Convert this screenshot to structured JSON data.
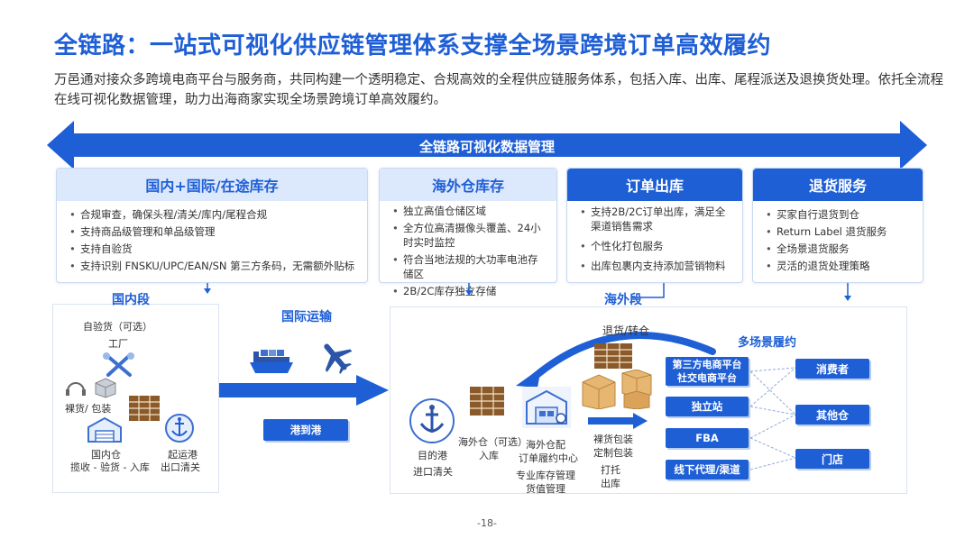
{
  "title": "全链路：一站式可视化供应链管理体系支撑全场景跨境订单高效履约",
  "intro": "万邑通对接众多跨境电商平台与服务商，共同构建一个透明稳定、合规高效的全程供应链服务体系，包括入库、出库、尾程派送及退换货处理。依托全流程在线可视化数据管理，助力出海商家实现全场景跨境订单高效履约。",
  "banner": "全链路可视化数据管理",
  "cards": [
    {
      "title": "国内+国际/在途库存",
      "items": [
        "合规审查，确保头程/清关/库内/尾程合规",
        "支持商品级管理和单品级管理",
        "支持自验货",
        "支持识别 FNSKU/UPC/EAN/SN 第三方条码，无需额外贴标"
      ]
    },
    {
      "title": "海外仓库存",
      "items": [
        "独立高值仓储区域",
        "全方位高清摄像头覆盖、24小时实时监控",
        "符合当地法规的大功率电池存储区",
        "2B/2C库存独立存储"
      ]
    },
    {
      "title": "订单出库",
      "items": [
        "支持2B/2C订单出库，满足全渠道销售需求",
        "个性化打包服务",
        "出库包裹内支持添加营销物料"
      ]
    },
    {
      "title": "退货服务",
      "items": [
        "买家自行退货到仓",
        "Return Label 退货服务",
        "全场景退货服务",
        "灵活的退货处理策略"
      ]
    }
  ],
  "domestic": {
    "segment_label": "国内段",
    "self_inspect": "自验货（可选）",
    "factory": "工厂",
    "bare_pack": "裸货/ 包装",
    "warehouse": "国内仓",
    "warehouse_steps": "揽收 - 验货 - 入库",
    "origin_port": "起运港",
    "export_clearance": "出口清关"
  },
  "intl": {
    "label": "国际运输",
    "arrival_tag": "港到港"
  },
  "overseas": {
    "segment_label": "海外段",
    "return_label": "退货/转仓",
    "dest_port": "目的港",
    "import_clearance": "进口清关",
    "ow_optional": "海外仓（可选）",
    "ow_inbound": "入库",
    "center_line1": "海外仓配",
    "center_line2": "订单履约中心",
    "center_line3": "专业库存管理",
    "center_line4": "货值管理",
    "pack_line1": "裸货包装",
    "pack_line2": "定制包装",
    "pallet_line1": "打托",
    "pallet_line2": "出库",
    "multi_label": "多场景履约",
    "channels": [
      "第三方电商平台\n社交电商平台",
      "独立站",
      "FBA",
      "线下代理/渠道"
    ],
    "destinations": [
      "消费者",
      "其他仓",
      "门店"
    ]
  },
  "page_number": "-18-",
  "colors": {
    "primary": "#1f5fd6",
    "light": "#dce8fb",
    "text": "#333333"
  }
}
